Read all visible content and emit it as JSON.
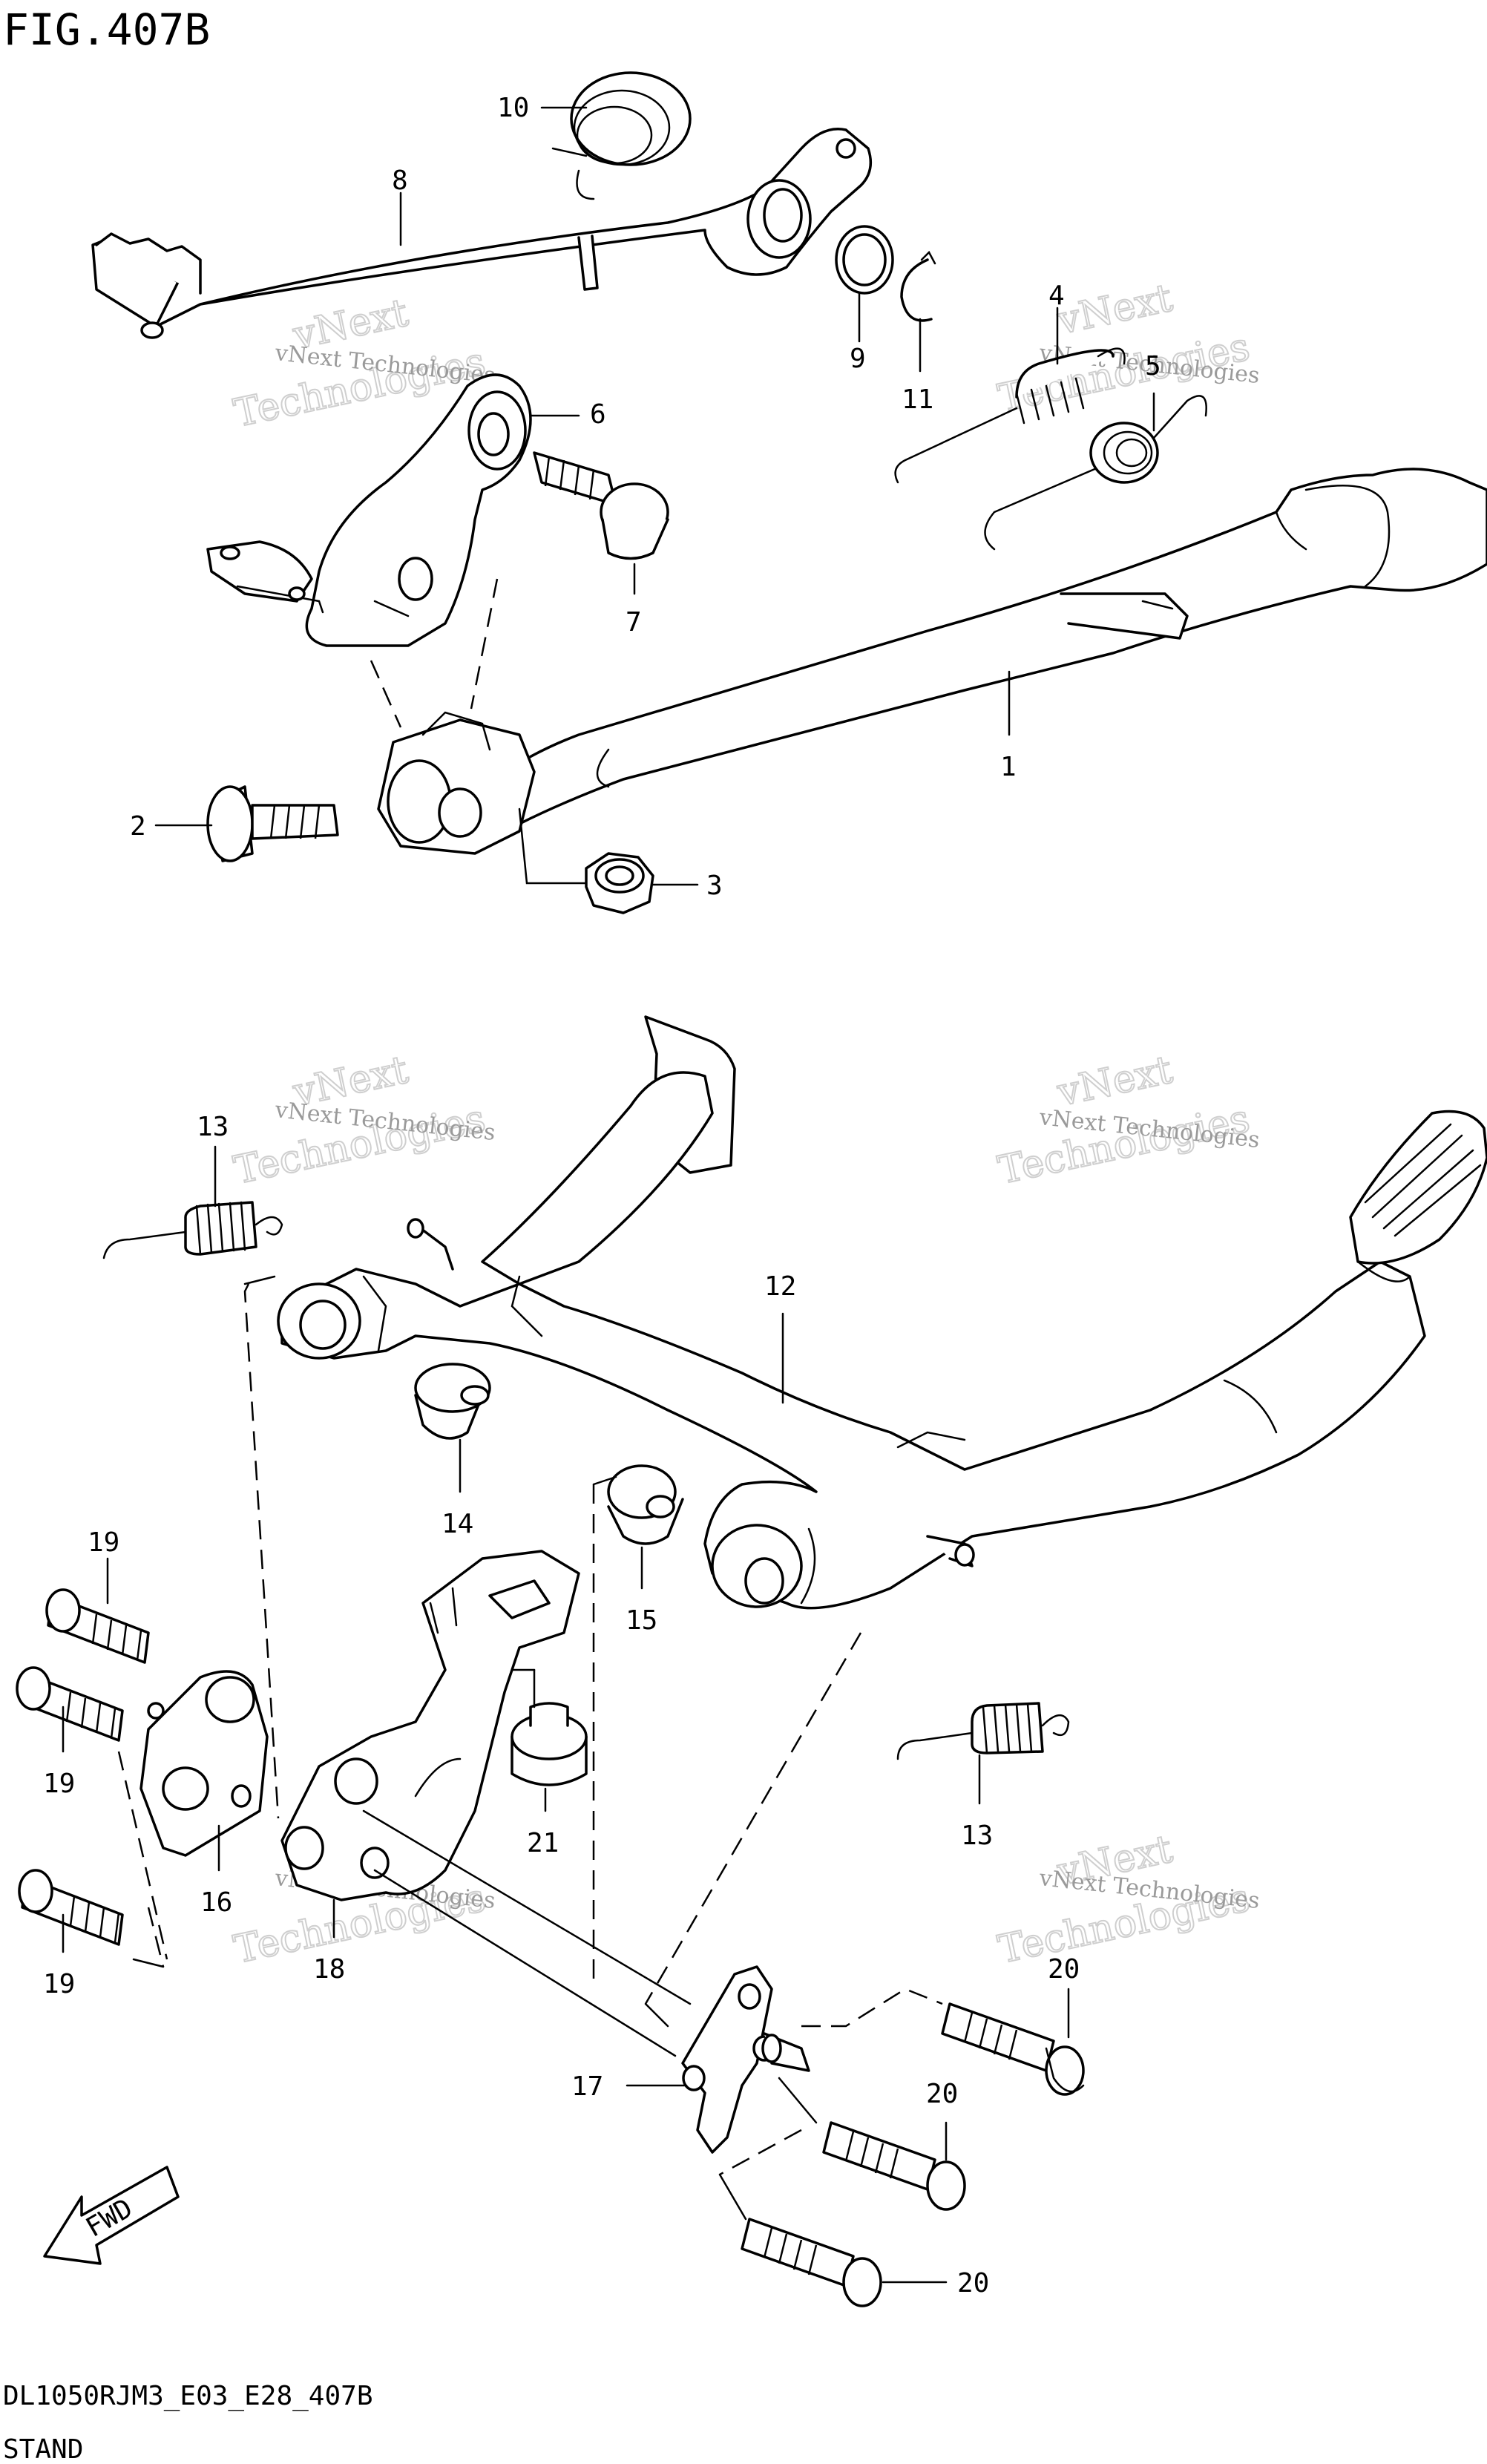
{
  "figure": {
    "title": "FIG.407B",
    "drawing_code": "DL1050RJM3_E03_E28_407B",
    "section": "STAND",
    "fwd_label": "FWD"
  },
  "watermark": {
    "brand": "vNext Technologies",
    "brand_short": "vNext",
    "brand_long": "Technologies"
  },
  "callouts": {
    "c1": "1",
    "c2": "2",
    "c3": "3",
    "c4": "4",
    "c5": "5",
    "c6": "6",
    "c7": "7",
    "c8": "8",
    "c9": "9",
    "c10": "10",
    "c11": "11",
    "c12": "12",
    "c13a": "13",
    "c13b": "13",
    "c14": "14",
    "c15": "15",
    "c16": "16",
    "c17": "17",
    "c18": "18",
    "c19a": "19",
    "c19b": "19",
    "c19c": "19",
    "c20a": "20",
    "c20b": "20",
    "c20c": "20",
    "c21": "21"
  }
}
